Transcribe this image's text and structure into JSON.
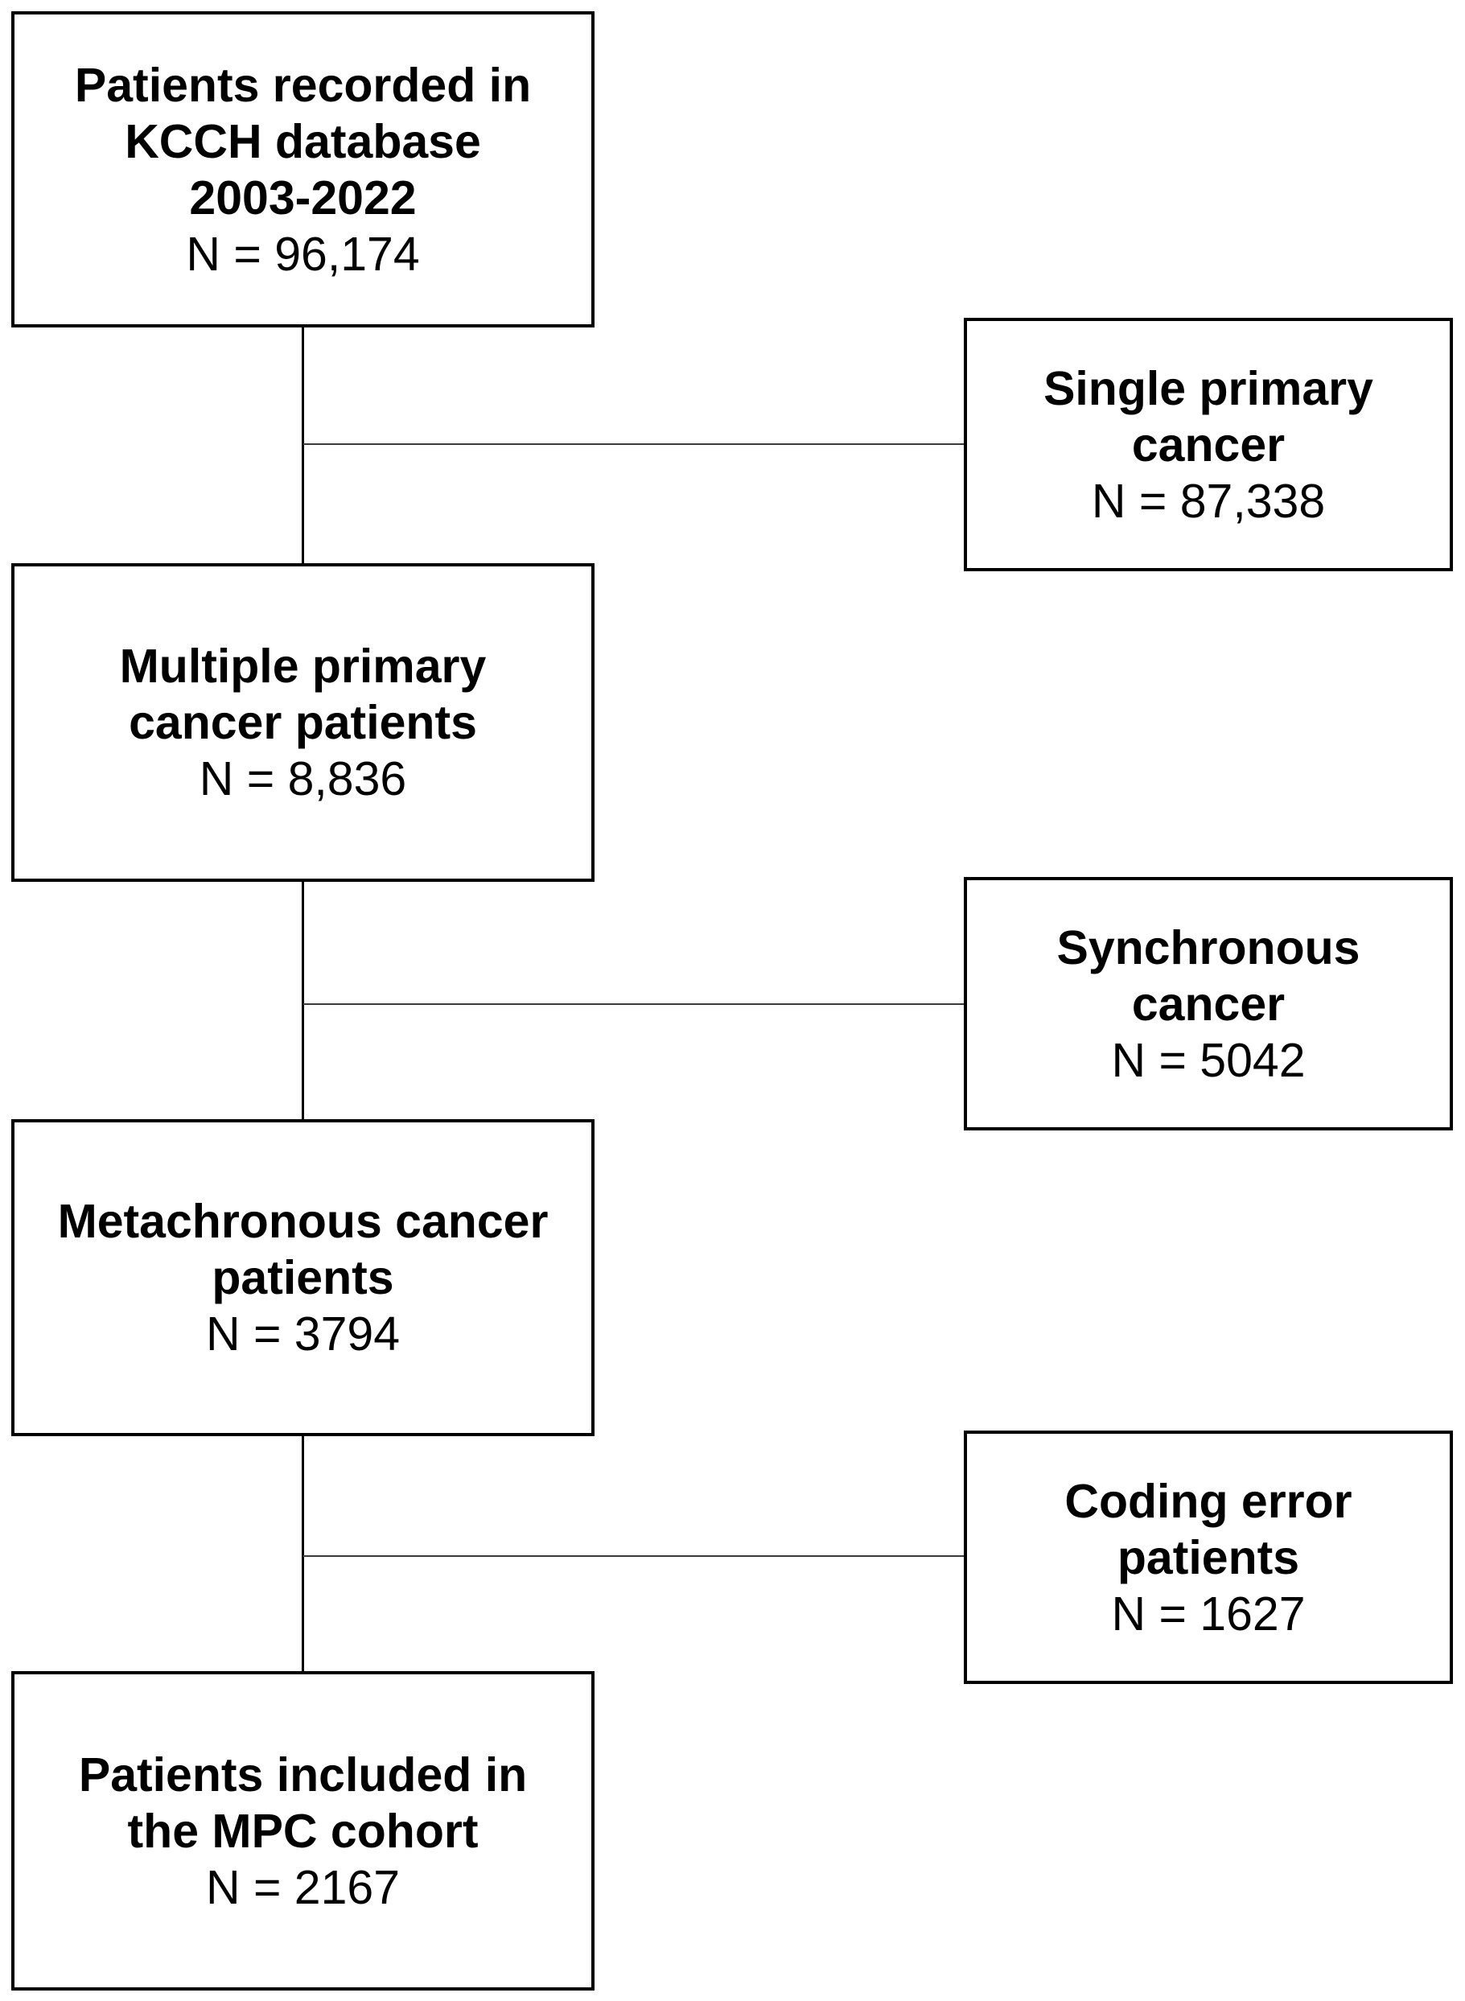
{
  "figure": {
    "type": "patient-flow-diagram",
    "background_color": "#ffffff",
    "box_border_color": "#000000",
    "connector_color": "#3a3a3a",
    "text_color": "#000000"
  },
  "flow": {
    "main": [
      {
        "lines": [
          "Patients recorded in",
          "KCCH database",
          "2003-2022"
        ],
        "n_label": "N = 96,174"
      },
      {
        "lines": [
          "Multiple primary",
          "cancer patients"
        ],
        "n_label": "N = 8,836"
      },
      {
        "lines": [
          "Metachronous cancer",
          "patients"
        ],
        "n_label": "N = 3794"
      },
      {
        "lines": [
          "Patients included in",
          "the MPC cohort"
        ],
        "n_label": "N = 2167"
      }
    ],
    "exclusions": [
      {
        "lines": [
          "Single primary",
          "cancer"
        ],
        "n_label": "N = 87,338"
      },
      {
        "lines": [
          "Synchronous",
          "cancer"
        ],
        "n_label": "N = 5042"
      },
      {
        "lines": [
          "Coding error",
          "patients"
        ],
        "n_label": "N = 1627"
      }
    ]
  }
}
